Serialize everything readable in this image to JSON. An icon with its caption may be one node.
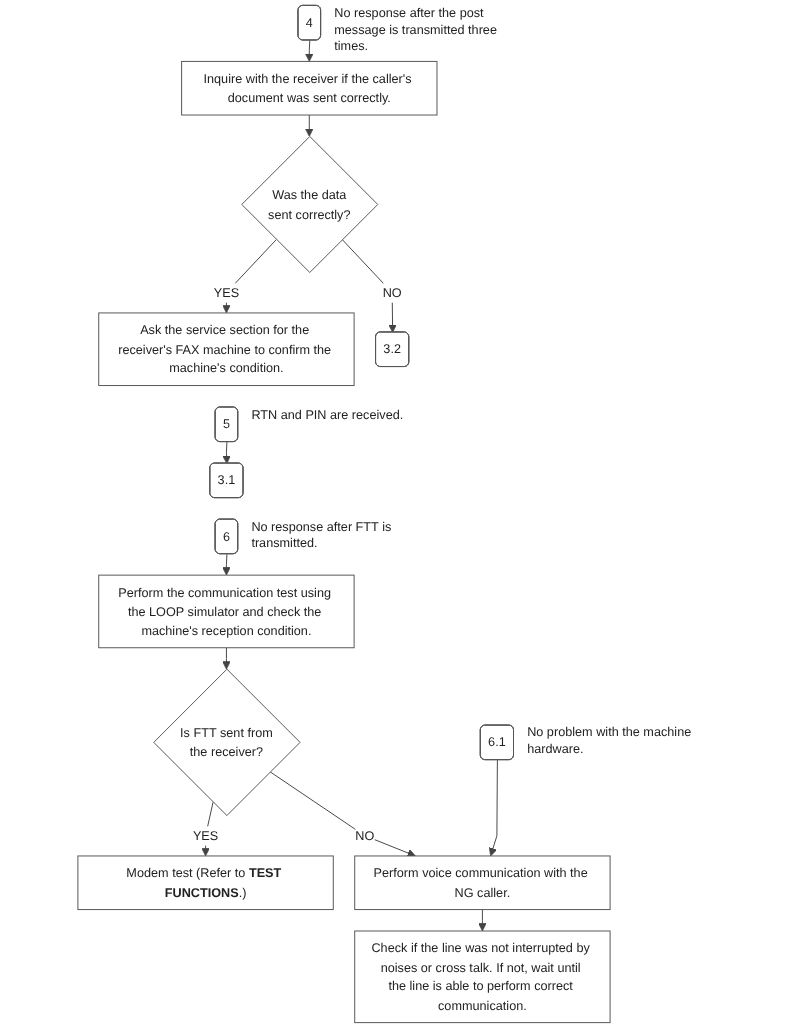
{
  "diagram": {
    "nodes": [
      {
        "text": [
          "4"
        ],
        "beside": [
          "No response after the post message is transmitted three times."
        ]
      },
      {
        "text": [
          "Inquire with the receiver if the caller's document was sent correctly."
        ]
      },
      {
        "text": [
          "Was the data sent correctly?"
        ]
      },
      {
        "text": [
          "3.2"
        ]
      },
      {
        "text": [
          "Ask the service section for the receiver's FAX machine to confirm the machine's condition."
        ]
      },
      {
        "text": [
          "5"
        ],
        "beside": [
          "RTN and PIN are received."
        ]
      },
      {
        "text": [
          "3.1"
        ]
      },
      {
        "text": [
          "6"
        ],
        "beside": [
          "No response after FTT is transmitted."
        ]
      },
      {
        "text": [
          "Perform the communication test using the LOOP simulator and check the machine's reception condition."
        ]
      },
      {
        "text": [
          "Is FTT sent from the receiver?"
        ]
      },
      {
        "text": [
          "Modem test (Refer to **TEST FUNCTIONS**.)"
        ]
      },
      {
        "text": [
          "6.1"
        ],
        "beside": [
          "No problem with the machine hardware."
        ]
      },
      {
        "text": [
          "Perform voice communication with the NG caller."
        ]
      },
      {
        "text": [
          "Check if the line was not interrupted by noises or cross talk. If not, wait until the line is able to perform correct communication."
        ]
      }
    ],
    "edges": [
      {
        "from": 0,
        "to": 1,
        "arrow": "to"
      },
      {
        "from": 1,
        "to": 2,
        "arrow": "to"
      },
      {
        "from": 2,
        "to": 3,
        "arrow": "to",
        "label": "NO"
      },
      {
        "from": 2,
        "to": 4,
        "arrow": "to",
        "label": "YES"
      },
      {
        "from": 5,
        "to": 6,
        "arrow": "to"
      },
      {
        "from": 7,
        "to": 8,
        "arrow": "to"
      },
      {
        "from": 8,
        "to": 9,
        "arrow": "to"
      },
      {
        "from": 9,
        "to": 10,
        "arrow": "to",
        "label": "YES"
      },
      {
        "from": 9,
        "to": 12,
        "arrow": "to",
        "label": "NO"
      },
      {
        "from": 11,
        "to": 12,
        "arrow": "to"
      },
      {
        "from": 12,
        "to": 13,
        "arrow": "to"
      }
    ]
  }
}
